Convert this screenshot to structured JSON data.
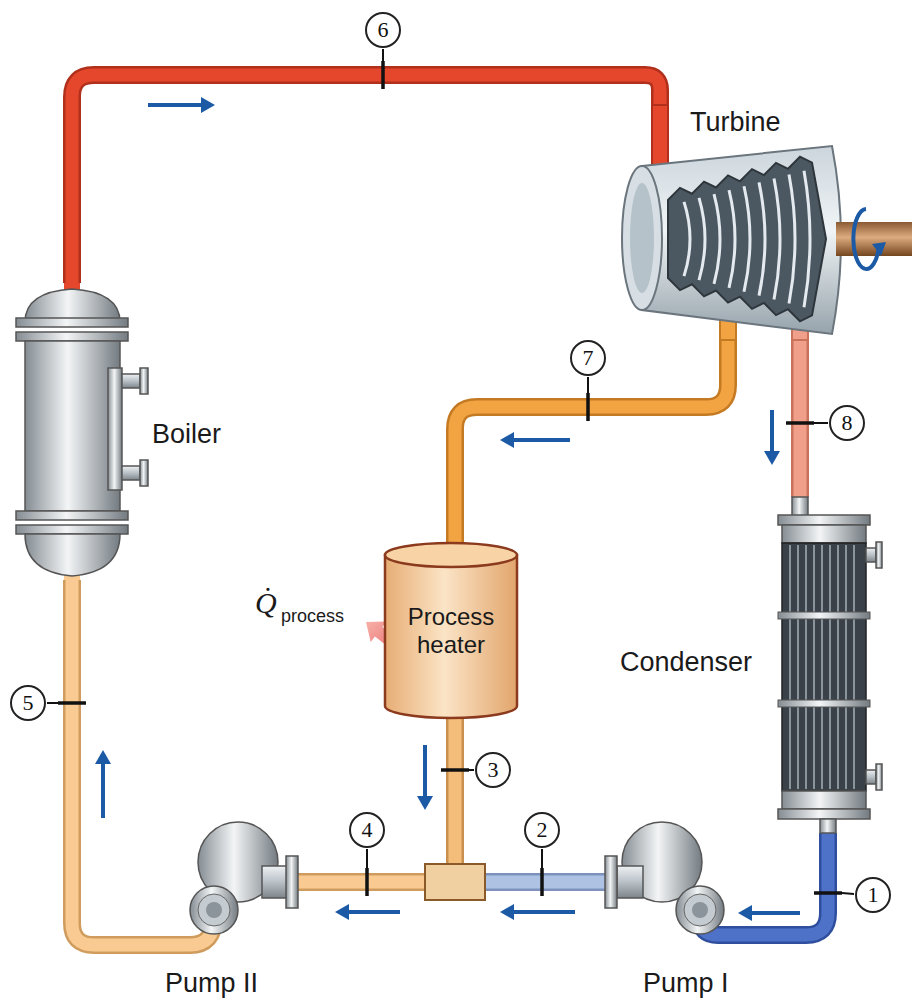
{
  "diagram": {
    "nodes": [
      {
        "text": [
          "Turbine"
        ]
      },
      {
        "text": [
          "Boiler"
        ]
      },
      {
        "text": [
          "Process heater"
        ]
      },
      {
        "text": [
          "Condenser"
        ]
      },
      {
        "text": [
          "Pump II"
        ]
      },
      {
        "text": [
          "Pump I"
        ]
      }
    ],
    "edges": [
      {
        "from": 1,
        "to": 0,
        "arrow": "to"
      },
      {
        "from": 0,
        "to": 2,
        "arrow": "to"
      },
      {
        "from": 0,
        "to": 3,
        "arrow": "to"
      },
      {
        "from": 3,
        "to": 5,
        "arrow": "to"
      },
      {
        "from": 5,
        "to": 4,
        "arrow": "to"
      },
      {
        "from": 2,
        "to": 4,
        "arrow": "to"
      },
      {
        "from": 4,
        "to": 1,
        "arrow": "to"
      }
    ],
    "labels": [
      "6",
      "7",
      "8",
      "Q̇",
      "process",
      "5",
      "3",
      "4",
      "2",
      "1"
    ]
  }
}
